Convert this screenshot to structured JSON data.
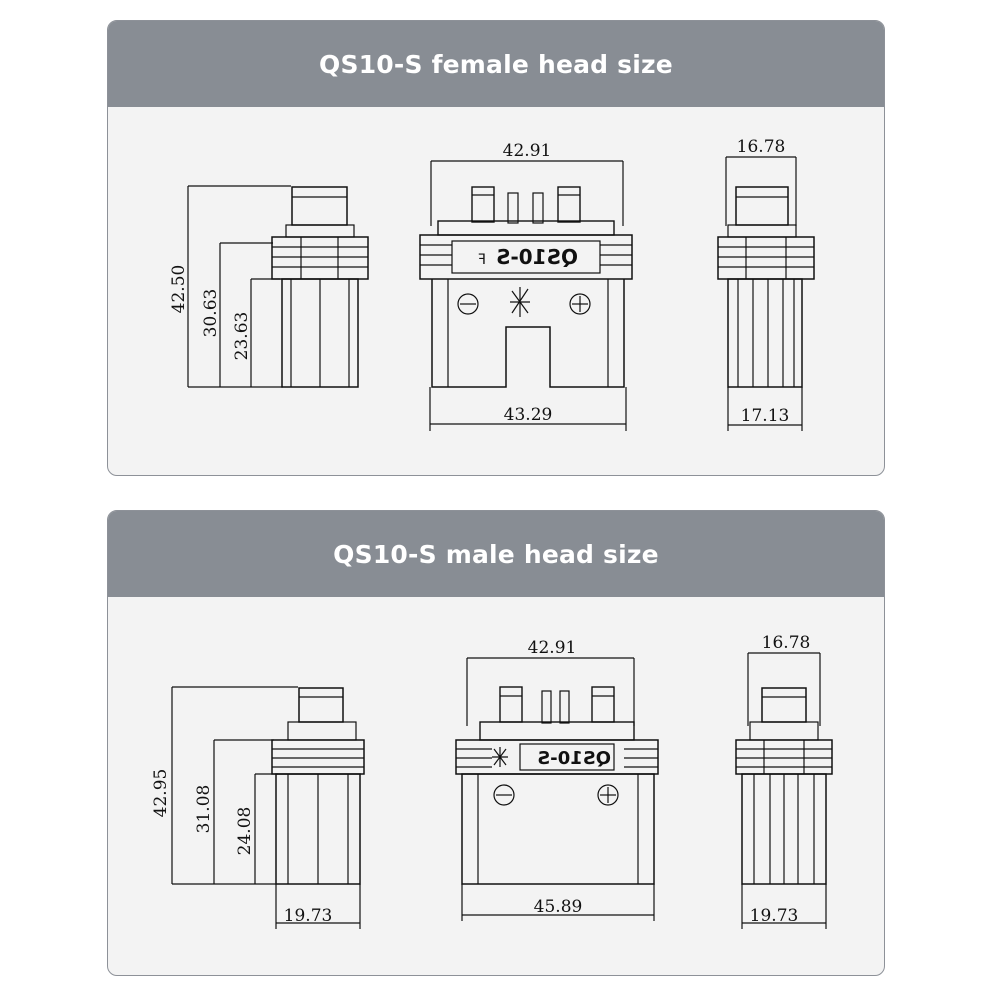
{
  "female": {
    "title": "QS10-S female head size",
    "label": "QS10-S",
    "mark": "F",
    "dims": {
      "side_total_height": "42.50",
      "side_mid_height": "30.63",
      "side_low_height": "23.63",
      "front_top_width": "42.91",
      "front_bottom_width": "43.29",
      "end_top_width": "16.78",
      "end_bottom_width": "17.13"
    }
  },
  "male": {
    "title": "QS10-S male head size",
    "label": "QS10-S",
    "dims": {
      "side_total_height": "42.95",
      "side_mid_height": "31.08",
      "side_low_height": "24.08",
      "side_bottom_width": "19.73",
      "front_top_width": "42.91",
      "front_bottom_width": "45.89",
      "end_top_width": "16.78",
      "end_bottom_width": "19.73"
    }
  },
  "colors": {
    "header_bg": "#888d94",
    "panel_bg": "#f3f3f3",
    "line": "#111111"
  }
}
